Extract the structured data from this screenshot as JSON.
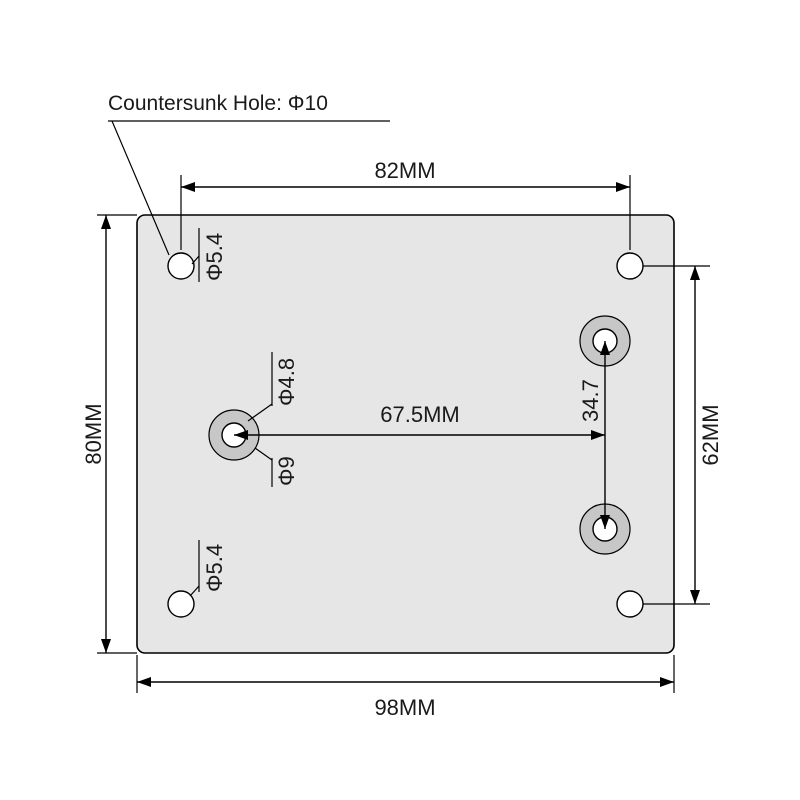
{
  "callout": {
    "countersunk_label": "Countersunk Hole: Φ10"
  },
  "dimensions": {
    "hole_spacing_top": "82MM",
    "plate_width": "98MM",
    "plate_height": "80MM",
    "hole_spacing_right": "62MM",
    "center_spacing": "67.5MM",
    "vertical_spacing": "34.7"
  },
  "hole_labels": {
    "top_left": "Φ5.4",
    "bottom_left": "Φ5.4",
    "inner_hole": "Φ4.8",
    "outer_diameter": "Φ9"
  },
  "colors": {
    "plate": "#e6e6e6",
    "countersink_ring": "#c7c7c7",
    "lines": "#000000"
  }
}
